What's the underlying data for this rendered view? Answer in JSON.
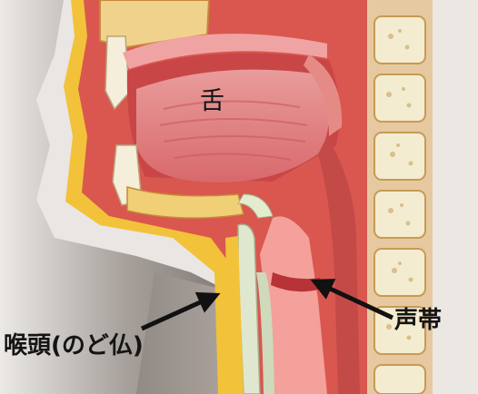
{
  "figure": {
    "labels": {
      "tongue": "舌",
      "vocal_cords": "声帯",
      "larynx": "喉頭(のど仏)"
    },
    "colors": {
      "background": "#e9e6e3",
      "skin_shadow": "#7f7873",
      "skin": "#cdb8a8",
      "fat_yellow": "#f2c23a",
      "muscle_red": "#c83b3a",
      "tongue_pink": "#e48a8a",
      "airway": "#f3a19a",
      "bone": "#f3ecd0",
      "cartilage": "#dfe8cf",
      "arrow": "#111111"
    }
  }
}
